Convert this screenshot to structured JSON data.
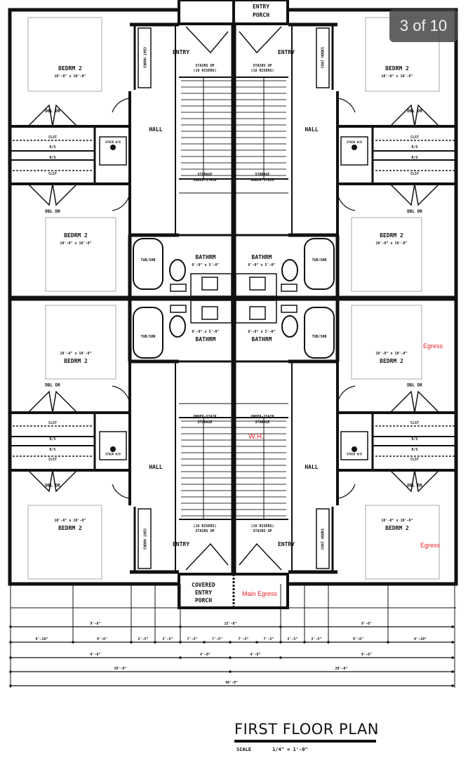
{
  "viewer": {
    "page_indicator": "3 of 10"
  },
  "plan": {
    "title": "FIRST FLOOR PLAN",
    "scale_label": "SCALE",
    "scale_value": "1/4\" = 1'-0\"",
    "rooms": {
      "bedroom": "BEDRM 2",
      "bedroom_size": "10'-0\" x 10'-0\"",
      "closet": "CLST",
      "rod_shelf": "R/S",
      "double_door": "DBL DR",
      "hall": "HALL",
      "stack_wd": "STACK W/D",
      "entry": "ENTRY",
      "stairs": "STAIRS UP",
      "risers": "(16 RISERS)",
      "storage": "UNDER-STAIR",
      "storage2": "STORAGE",
      "bathroom": "BATHRM",
      "bath_size": "8'-0\" x 5'-0\"",
      "tub": "TUB/SHR",
      "coat_hooks": "COAT HOOKS"
    },
    "porch_top": [
      "ENTRY",
      "PORCH"
    ],
    "porch_bottom": [
      "COVERED",
      "ENTRY",
      "PORCH"
    ],
    "annotations": {
      "egress": "Egress",
      "main_egress": "Main Egress",
      "water_heater": "W.H."
    },
    "dimensions": {
      "row1": [
        "9'-6\"",
        "15'-0\"",
        "9'-6\""
      ],
      "row2": [
        "9'-10\"",
        "9'-6\"",
        "2'-5\"",
        "2'-5\"",
        "7'-5\"",
        "7'-5\"",
        "7'-5\"",
        "7'-5\"",
        "2'-5\"",
        "2'-5\"",
        "9'-6\"",
        "9'-10\""
      ],
      "row3": [
        "9'-6\"",
        "4'-0\"",
        "4'-0\"",
        "9'-6\""
      ],
      "row4": [
        "20'-0\"",
        "20'-0\""
      ],
      "row5": [
        "40'-0\""
      ]
    }
  }
}
